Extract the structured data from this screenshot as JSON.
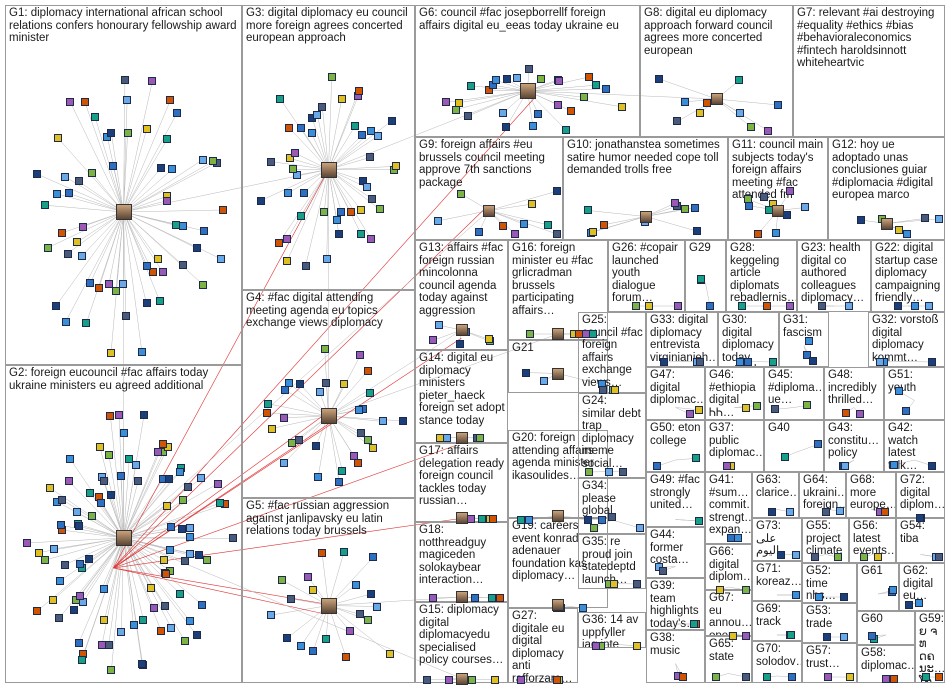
{
  "groups": [
    {
      "id": "G1",
      "label": "G1: diplomacy international african school relations confers honourary fellowship award minister"
    },
    {
      "id": "G2",
      "label": "G2: foreign eucouncil #fac affairs today ukraine ministers eu agreed additional"
    },
    {
      "id": "G3",
      "label": "G3: digital diplomacy eu council more foreign agrees concerted european approach"
    },
    {
      "id": "G4",
      "label": "G4: #fac digital attending meeting agenda eu topics exchange views diplomacy"
    },
    {
      "id": "G5",
      "label": "G5: #fac russian aggression against janlipavsky eu latin relations today brussels"
    },
    {
      "id": "G6",
      "label": "G6: council #fac josepborrellf foreign affairs digital eu_eeas today ukraine eu"
    },
    {
      "id": "G7",
      "label": "G7: relevant #ai destroying #equality #ethics #bias #behavioraleconomics #fintech haroldsinnott whiteheartvic"
    },
    {
      "id": "G8",
      "label": "G8: digital eu diplomacy approach forward council agrees more concerted european"
    },
    {
      "id": "G9",
      "label": "G9: foreign affairs #eu brussels council meeting approve 7th sanctions package"
    },
    {
      "id": "G10",
      "label": "G10: jonathanstea sometimes satire humor needed cope toll demanded trolls free"
    },
    {
      "id": "G11",
      "label": "G11: council main subjects today's foreign affairs meeting #fac attended fm"
    },
    {
      "id": "G12",
      "label": "G12: hoy ue adoptado unas conclusiones guiar #diplomacia #digital europea marco"
    },
    {
      "id": "G13",
      "label": "G13: affairs #fac foreign russian mincolonna council agenda today against aggression"
    },
    {
      "id": "G14",
      "label": "G14: digital eu diplomacy ministers pieter_haeck foreign set adopt stance today"
    },
    {
      "id": "G15",
      "label": "G15: diplomacy digital diplomacyedu specialised policy courses…"
    },
    {
      "id": "G16",
      "label": "G16: foreign minister eu #fac grlicradman brussels participating affairs…"
    },
    {
      "id": "G17",
      "label": "G17: affairs delegation ready foreign council tackles today russian…"
    },
    {
      "id": "G18",
      "label": "G18: notthreadguy magiceden solokaybear interaction…"
    },
    {
      "id": "G19",
      "label": "G19: careers event konrad adenauer foundation kas diplomacy…"
    },
    {
      "id": "G20",
      "label": "G20: foreign attending affairs agenda minister ikasoulides…"
    },
    {
      "id": "G21",
      "label": "G21"
    },
    {
      "id": "G22",
      "label": "G22: digital startup case diplomacy campaigning friendly…"
    },
    {
      "id": "G23",
      "label": "G23: health digital co authored colleagues diplomacy…"
    },
    {
      "id": "G24",
      "label": "G24: similar debt trap diplomacy meme social…"
    },
    {
      "id": "G25",
      "label": "G25: council #fac foreign affairs exchange views…"
    },
    {
      "id": "G26",
      "label": "G26: #copair launched youth dialogue forum…"
    },
    {
      "id": "G27",
      "label": "G27: digitale eu digital diplomacy anti rafforzare…"
    },
    {
      "id": "G28",
      "label": "G28: keggeling article diplomats rebadlernis…"
    },
    {
      "id": "G29",
      "label": "G29"
    },
    {
      "id": "G30",
      "label": "G30: digital diplomacy today extends…"
    },
    {
      "id": "G31",
      "label": "G31: fascism"
    },
    {
      "id": "G32",
      "label": "G32: vorstoß digital diplomacy kommt…"
    },
    {
      "id": "G33",
      "label": "G33: digital diplomacy entrevista virginianieh…"
    },
    {
      "id": "G34",
      "label": "G34: please global"
    },
    {
      "id": "G35",
      "label": "G35: re proud join statedeptd launch…"
    },
    {
      "id": "G36",
      "label": "G36: 14 av uppfyller jag inte"
    },
    {
      "id": "G37",
      "label": "G37: public diplomac…"
    },
    {
      "id": "G38",
      "label": "G38: music"
    },
    {
      "id": "G39",
      "label": "G39: team highlights today's…"
    },
    {
      "id": "G40",
      "label": "G40"
    },
    {
      "id": "G41",
      "label": "G41: #sum… commit… strengt… expan…"
    },
    {
      "id": "G42",
      "label": "G42: watch latest talk…"
    },
    {
      "id": "G43",
      "label": "G43: constitu… policy"
    },
    {
      "id": "G44",
      "label": "G44: former costa…"
    },
    {
      "id": "G45",
      "label": "G45: #diploma… ue…"
    },
    {
      "id": "G46",
      "label": "G46: #ethiopia digital ᏂᏂ…"
    },
    {
      "id": "G47",
      "label": "G47: digital diplomac…"
    },
    {
      "id": "G48",
      "label": "G48: incredibly thrilled…"
    },
    {
      "id": "G49",
      "label": "G49: #fac strongly united…"
    },
    {
      "id": "G50",
      "label": "G50: eton college"
    },
    {
      "id": "G51",
      "label": "G51: youth"
    },
    {
      "id": "G52",
      "label": "G52: time nhs…"
    },
    {
      "id": "G53",
      "label": "G53: trade"
    },
    {
      "id": "G54",
      "label": "G54: tiba"
    },
    {
      "id": "G55",
      "label": "G55: project climate"
    },
    {
      "id": "G56",
      "label": "G56: latest events…"
    },
    {
      "id": "G57",
      "label": "G57: trust…"
    },
    {
      "id": "G58",
      "label": "G58: diplomac…"
    },
    {
      "id": "G59",
      "label": "G59: ຍ ຈ ທ ດຄນະ… ໂຄເທ… ນຈອ…"
    },
    {
      "id": "G60",
      "label": "G60"
    },
    {
      "id": "G61",
      "label": "G61"
    },
    {
      "id": "G62",
      "label": "G62: digital eu…"
    },
    {
      "id": "G63",
      "label": "G63: clarice…"
    },
    {
      "id": "G64",
      "label": "G64: ukraini… foreign…"
    },
    {
      "id": "G65",
      "label": "G65: state"
    },
    {
      "id": "G66",
      "label": "G66: digital diplom…"
    },
    {
      "id": "G67",
      "label": "G67: eu annou… open…"
    },
    {
      "id": "G68",
      "label": "G68: more europe…"
    },
    {
      "id": "G69",
      "label": "G69: track"
    },
    {
      "id": "G70",
      "label": "G70: solodov…"
    },
    {
      "id": "G71",
      "label": "G71: koreaz…"
    },
    {
      "id": "G72",
      "label": "G72: digital diplom…"
    },
    {
      "id": "G73",
      "label": "G73: على اليوم صدر…"
    }
  ],
  "colors": {
    "border": "#9a9a9a",
    "background": "#ffffff",
    "edge_gray": "#b8b8b8",
    "edge_red": "#e03030",
    "node_palette": [
      "#2f6fbf",
      "#3a8fd8",
      "#1b3f7a",
      "#6aa9e8",
      "#4a5a7a",
      "#7cb342",
      "#e0c020",
      "#9b59b6",
      "#d35400",
      "#16a085"
    ]
  }
}
